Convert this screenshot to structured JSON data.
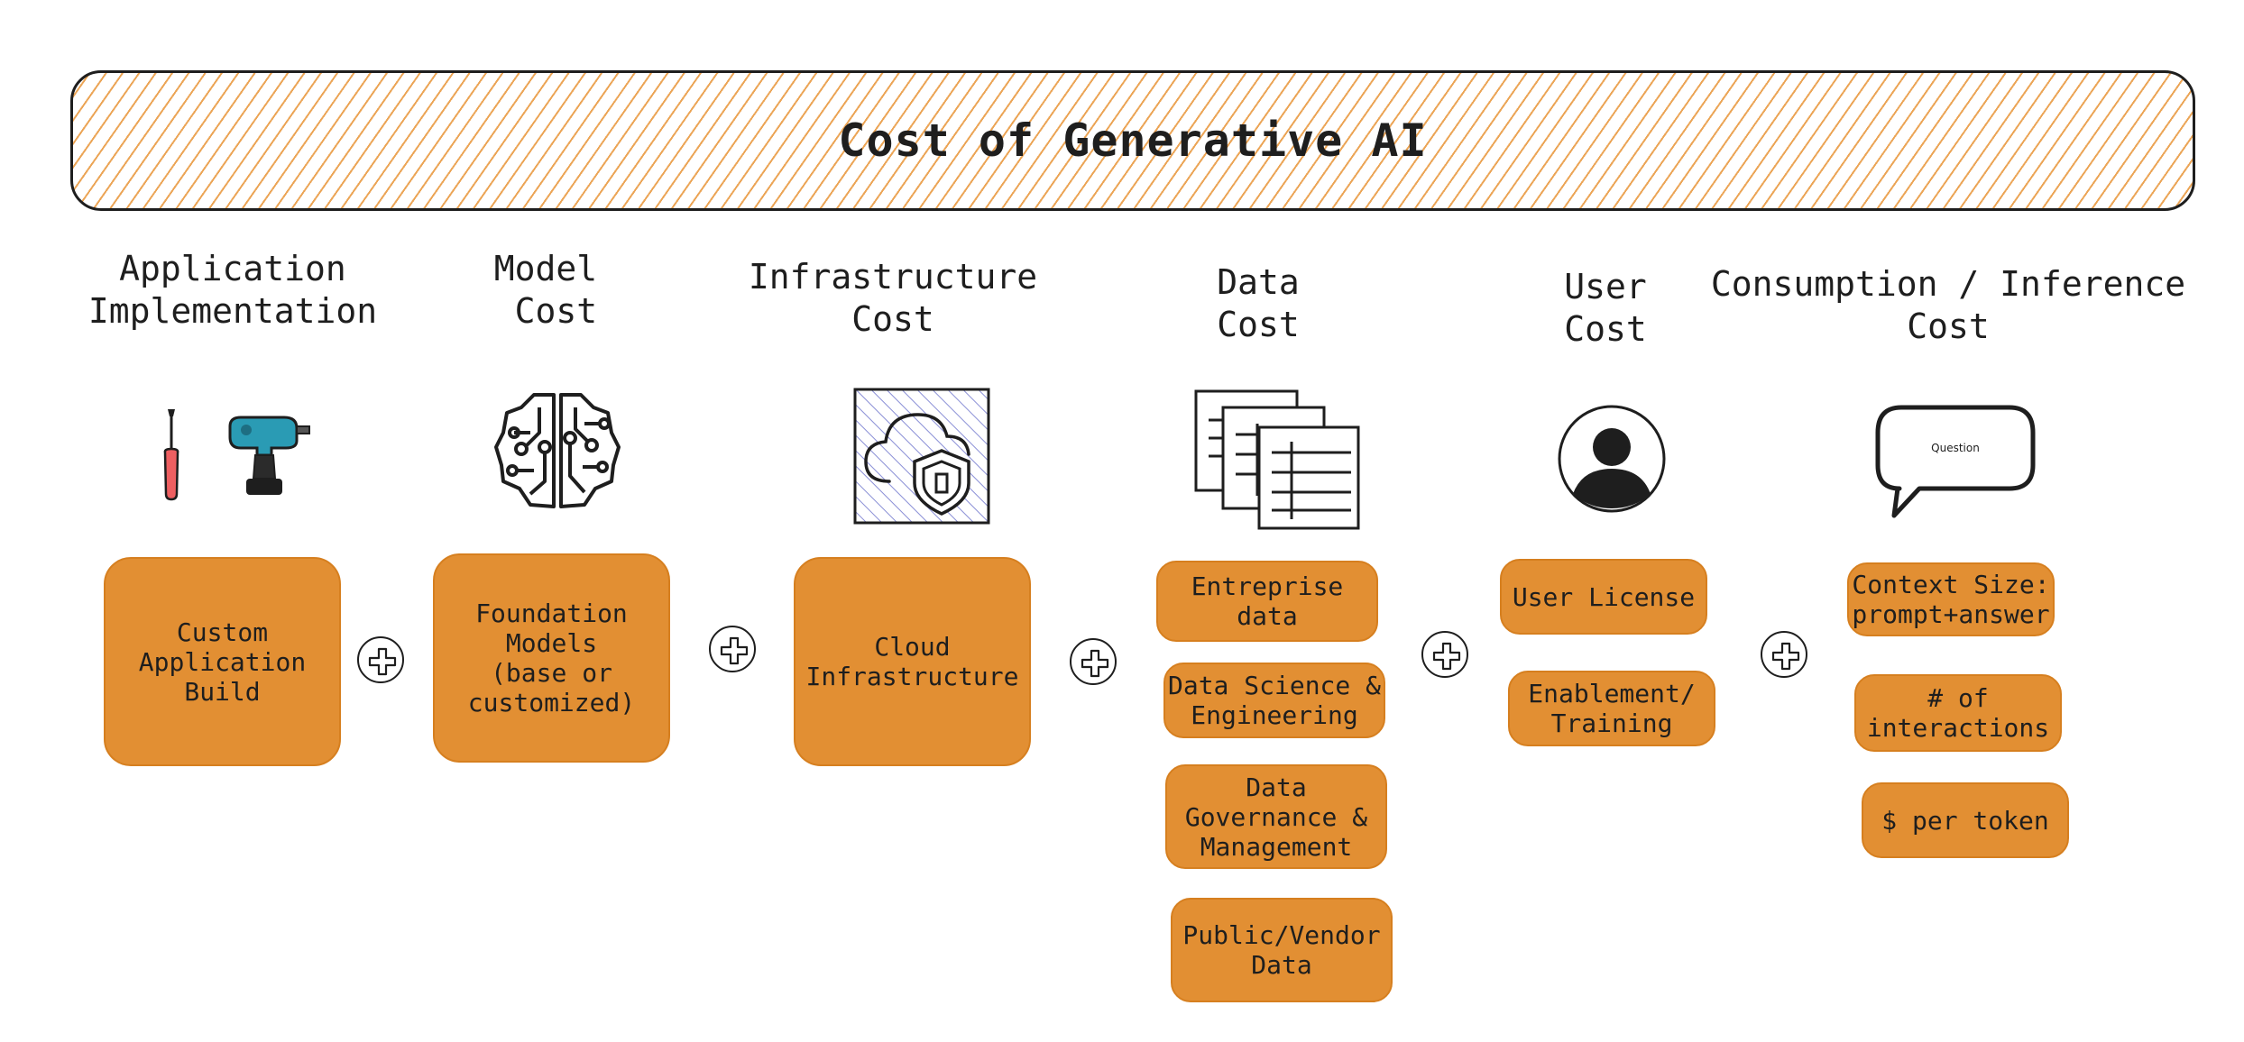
{
  "banner": {
    "title": "Cost of Generative AI"
  },
  "columns": [
    {
      "header": "Application\nImplementation",
      "icons": [
        "screwdriver-icon",
        "power-drill-icon"
      ],
      "boxes": [
        "Custom\nApplication\nBuild"
      ]
    },
    {
      "header": "Model\n Cost",
      "icons": [
        "ai-brain-circuit-icon"
      ],
      "boxes": [
        "Foundation\nModels\n(base or\ncustomized)"
      ]
    },
    {
      "header": "Infrastructure\nCost",
      "icons": [
        "cloud-security-icon"
      ],
      "boxes": [
        "Cloud\nInfrastructure"
      ]
    },
    {
      "header": "Data\nCost",
      "icons": [
        "stacked-documents-icon"
      ],
      "boxes": [
        "Entreprise\ndata",
        "Data Science &\nEngineering",
        "Data\nGovernance &\nManagement",
        "Public/Vendor\nData"
      ]
    },
    {
      "header": "User\nCost",
      "icons": [
        "user-avatar-icon"
      ],
      "boxes": [
        "User License",
        "Enablement/\nTraining"
      ]
    },
    {
      "header": "Consumption / Inference\nCost",
      "icons": [
        "speech-bubble-icon"
      ],
      "speech_bubble_text": "Question",
      "boxes": [
        "Context Size:\nprompt+answer",
        "# of\ninteractions",
        "$ per token"
      ]
    }
  ],
  "connectors": [
    "plus-icon",
    "plus-icon",
    "plus-icon",
    "plus-icon",
    "plus-icon"
  ],
  "colors": {
    "accent_orange": "#e28f33",
    "stroke": "#1e1e1e",
    "hatch_orange": "#e89539",
    "hatch_blue": "#8a8fd6"
  }
}
